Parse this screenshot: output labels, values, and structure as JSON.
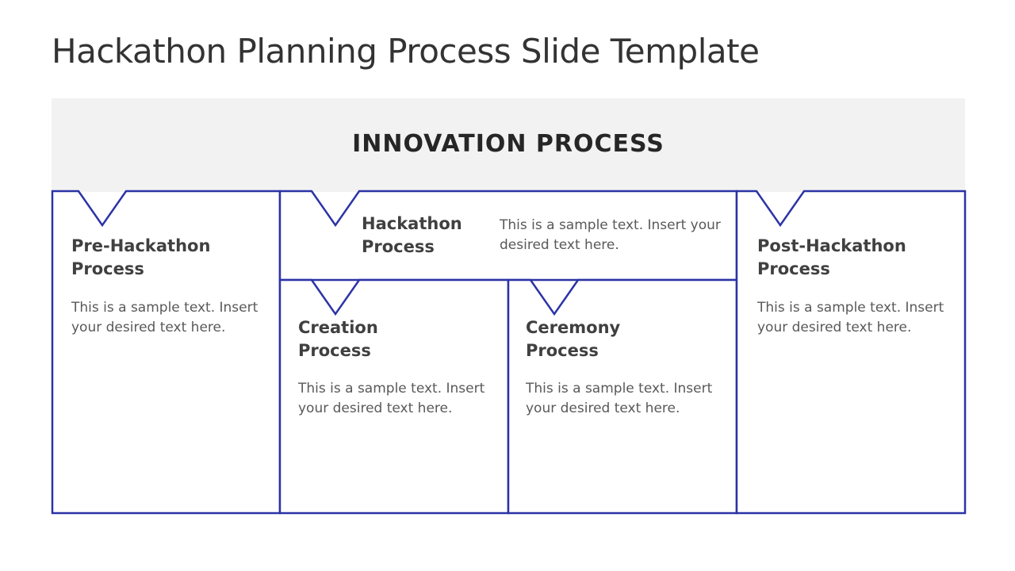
{
  "slide": {
    "title": "Hackathon Planning Process Slide Template"
  },
  "banner": {
    "title": "INNOVATION PROCESS"
  },
  "colors": {
    "outline": "#2b33a6",
    "banner_bg": "#f2f2f2",
    "heading": "#404040",
    "body": "#595959"
  },
  "steps": {
    "pre": {
      "label": "Pre-Hackathon\nProcess",
      "text": "This is a sample text. Insert\nyour desired text here."
    },
    "hackathon": {
      "label": "Hackathon\nProcess",
      "text": "This is a sample text. Insert your\ndesired text here."
    },
    "creation": {
      "label": "Creation\nProcess",
      "text": "This is a sample text. Insert\nyour desired text here."
    },
    "ceremony": {
      "label": "Ceremony\nProcess",
      "text": "This is a sample text. Insert\nyour desired text here."
    },
    "post": {
      "label": "Post-Hackathon\nProcess",
      "text": "This is a sample text. Insert\nyour desired text here."
    }
  }
}
